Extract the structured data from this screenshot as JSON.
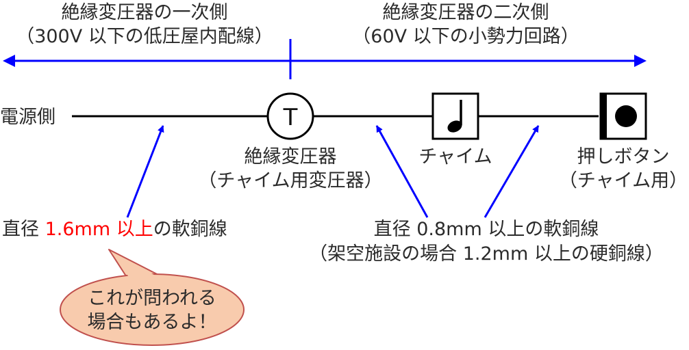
{
  "top": {
    "primary": {
      "line1": "絶縁変圧器の一次側",
      "line2": "（300V 以下の低圧屋内配線）"
    },
    "secondary": {
      "line1": "絶縁変圧器の二次側",
      "line2": "（60V 以下の小勢力回路）"
    }
  },
  "circuit": {
    "source_label": "電源側",
    "transformer_symbol": "T",
    "transformer_label": {
      "line1": "絶縁変圧器",
      "line2": "（チャイム用変圧器）"
    },
    "chime_label": "チャイム",
    "button_label": {
      "line1": "押しボタン",
      "line2": "（チャイム用）"
    }
  },
  "notes": {
    "primary_wire": {
      "prefix": "直径 ",
      "highlight": "1.6mm 以上",
      "suffix": "の軟銅線"
    },
    "secondary_wire": {
      "line1": "直径 0.8mm 以上の軟銅線",
      "line2": "（架空施設の場合 1.2mm 以上の硬銅線）"
    }
  },
  "callout": {
    "line1": "これが問われる",
    "line2": "場合もあるよ！"
  },
  "colors": {
    "arrow": "#0000ff",
    "highlight": "#ff0000",
    "callout_fill": "#f8cbad",
    "callout_stroke": "#c0504d"
  }
}
